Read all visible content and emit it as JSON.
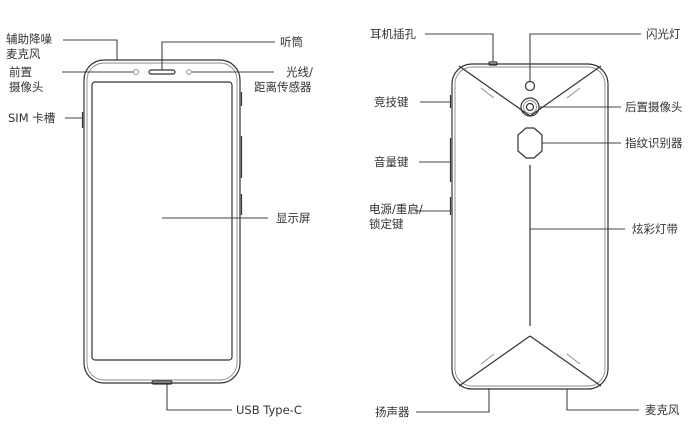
{
  "front_labels": {
    "mic_noise": [
      "辅助降噪",
      "麦克风"
    ],
    "front_camera": [
      "前置",
      "摄像头"
    ],
    "sim_slot": "SIM 卡槽",
    "earpiece": "听筒",
    "sensor": [
      "光线/",
      "距离传感器"
    ],
    "display": "显示屏",
    "usb": "USB  Type-C"
  },
  "back_labels": {
    "headphone_jack": "耳机插孔",
    "flash": "闪光灯",
    "game_key": "竞技键",
    "rear_camera": "后置摄像头",
    "fingerprint": "指纹识别器",
    "volume_key": "音量键",
    "power_key": [
      "电源/重启/",
      "锁定键"
    ],
    "light_strip": "炫彩灯带",
    "speaker": "扬声器",
    "mic": "麦克风"
  }
}
